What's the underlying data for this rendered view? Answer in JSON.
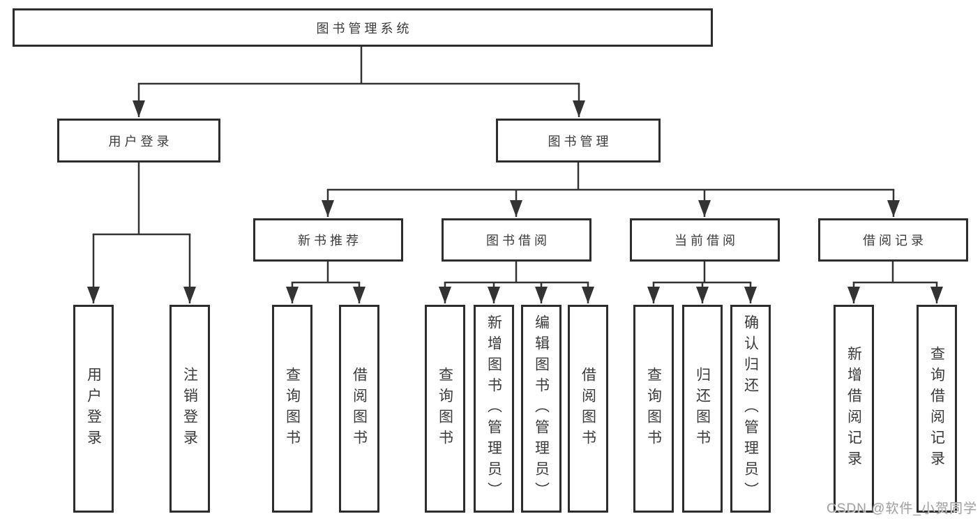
{
  "diagram": {
    "root": {
      "label": "图书管理系统"
    },
    "level2": [
      {
        "label": "用户登录"
      },
      {
        "label": "图书管理"
      }
    ],
    "level3": [
      {
        "label": "新书推荐"
      },
      {
        "label": "图书借阅"
      },
      {
        "label": "当前借阅"
      },
      {
        "label": "借阅记录"
      }
    ],
    "leaves": {
      "user_login": [
        {
          "label": "用户登录"
        },
        {
          "label": "注销登录"
        }
      ],
      "new_book": [
        {
          "label": "查询图书"
        },
        {
          "label": "借阅图书"
        }
      ],
      "book_borrow": [
        {
          "label": "查询图书"
        },
        {
          "label": "新增图书（管理员）"
        },
        {
          "label": "编辑图书（管理员）"
        },
        {
          "label": "借阅图书"
        }
      ],
      "current_borrow": [
        {
          "label": "查询图书"
        },
        {
          "label": "归还图书"
        },
        {
          "label": "确认归还（管理员）"
        }
      ],
      "records": [
        {
          "label": "新增借阅记录"
        },
        {
          "label": "查询借阅记录"
        }
      ]
    },
    "colors": {
      "border": "#2d2d2d",
      "line": "#333333",
      "text": "#3b3b3b",
      "background": "#ffffff",
      "watermark": "#989898"
    }
  },
  "watermark": {
    "text": "CSDN @软件_小贺同学"
  }
}
